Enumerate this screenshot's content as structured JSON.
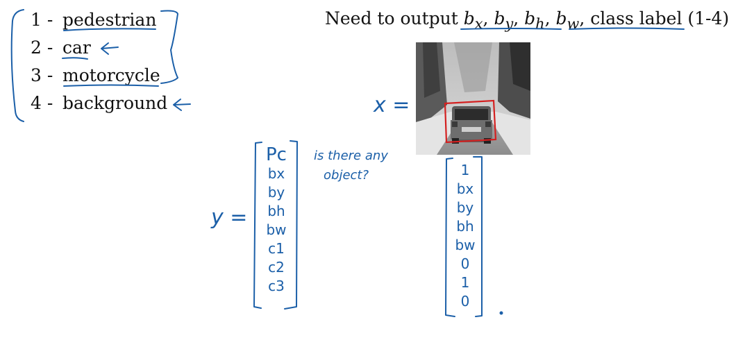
{
  "classes": [
    {
      "num": "1 -",
      "label": "pedestrian"
    },
    {
      "num": "2 -",
      "label": "car"
    },
    {
      "num": "3 -",
      "label": "motorcycle"
    },
    {
      "num": "4 -",
      "label": "background"
    }
  ],
  "caption": {
    "prefix": "Need to output ",
    "b": "b",
    "subs": [
      "x",
      "y",
      "h",
      "w"
    ],
    "suffix": "class label (1-4)"
  },
  "x_label": "x =",
  "y_label": "y =",
  "y_vector": [
    "Pc",
    "bx",
    "by",
    "bh",
    "bw",
    "c1",
    "c2",
    "c3"
  ],
  "note": [
    "is there any",
    "object?"
  ],
  "example_vector": [
    "1",
    "bx",
    "by",
    "bh",
    "bw",
    "0",
    "1",
    "0"
  ],
  "colors": {
    "ink": "#1b5fa8",
    "box": "#d42020"
  }
}
